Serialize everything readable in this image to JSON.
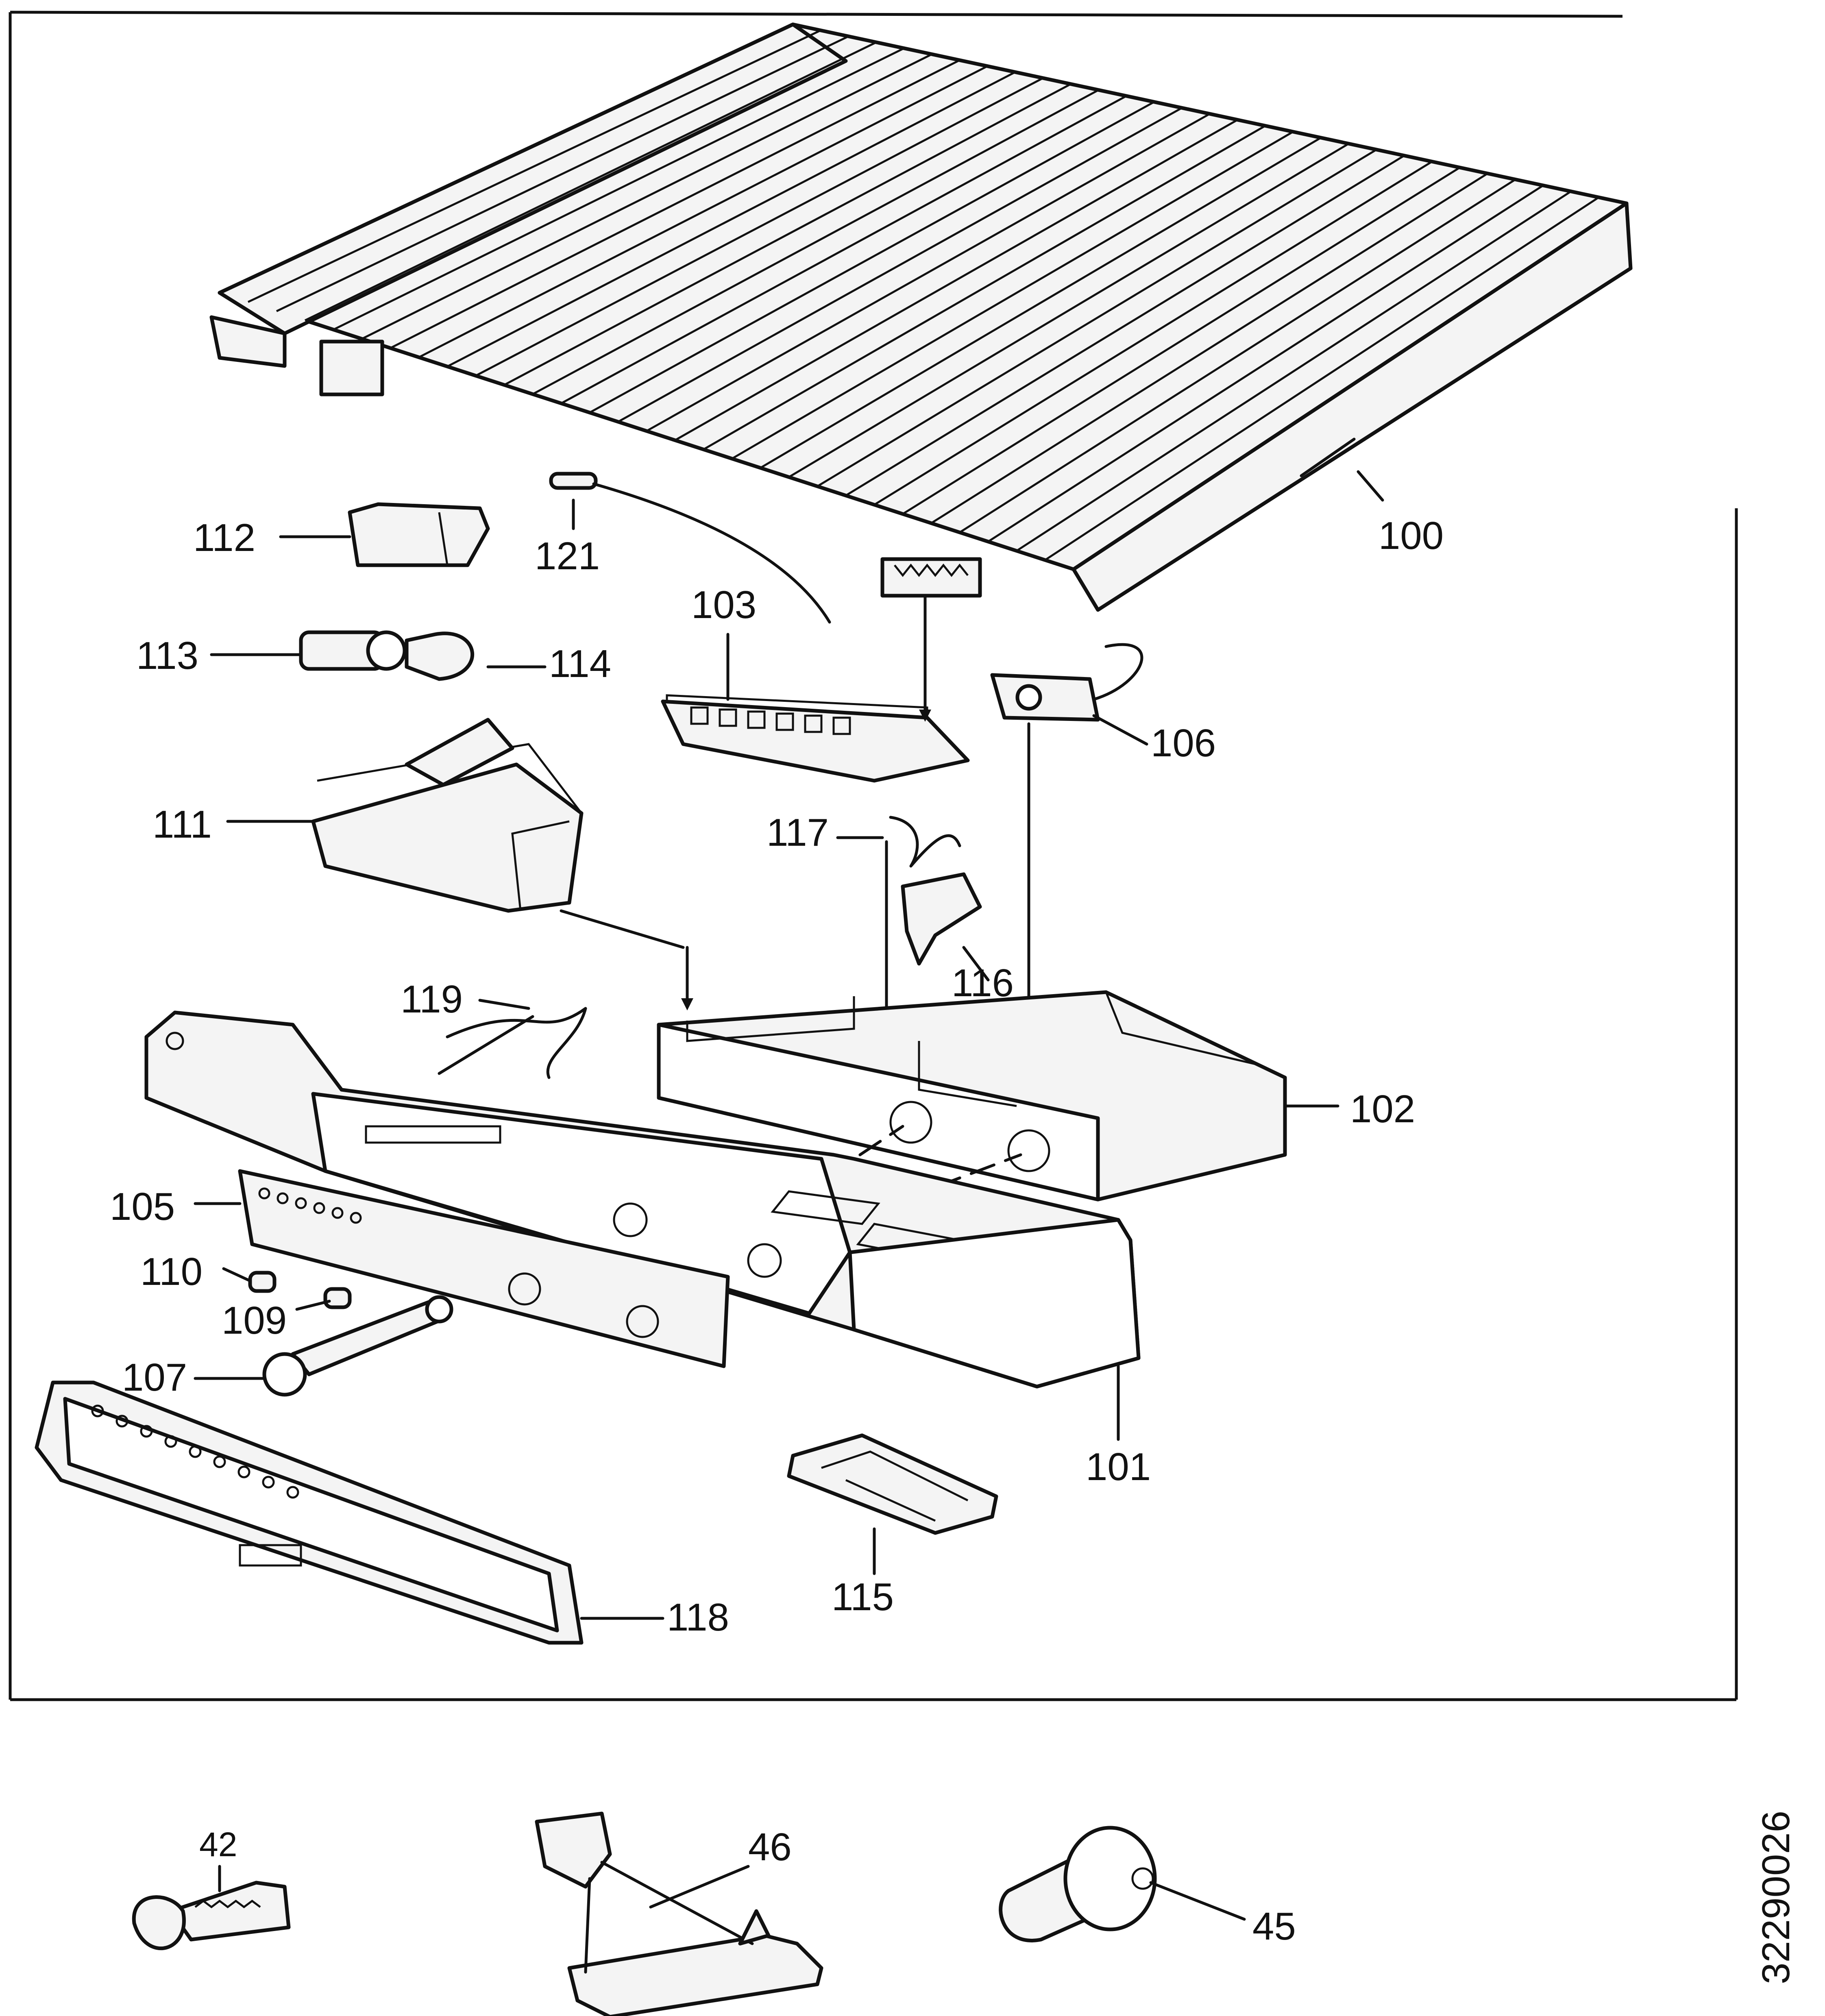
{
  "diagram": {
    "doc_code": "32290026",
    "labels": {
      "p100": "100",
      "p101": "101",
      "p102": "102",
      "p103": "103",
      "p105": "105",
      "p106": "106",
      "p107": "107",
      "p109": "109",
      "p110": "110",
      "p111": "111",
      "p112": "112",
      "p113": "113",
      "p114": "114",
      "p115": "115",
      "p116": "116",
      "p117": "117",
      "p118": "118",
      "p119": "119",
      "p121": "121",
      "p42": "42",
      "p45": "45",
      "p46": "46"
    }
  }
}
